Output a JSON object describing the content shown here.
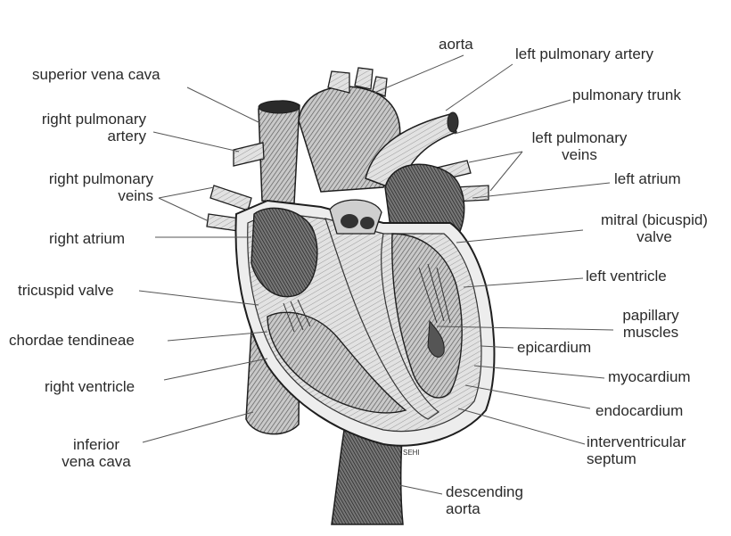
{
  "labels": {
    "aorta": "aorta",
    "left_pulmonary_artery": "left pulmonary artery",
    "superior_vena_cava": "superior vena cava",
    "pulmonary_trunk": "pulmonary trunk",
    "right_pulmonary_artery": [
      "right pulmonary",
      "artery"
    ],
    "left_pulmonary_veins": [
      "left pulmonary",
      "veins"
    ],
    "right_pulmonary_veins": [
      "right pulmonary",
      "veins"
    ],
    "left_atrium": "left atrium",
    "mitral_valve": [
      "mitral (bicuspid)",
      "valve"
    ],
    "right_atrium": "right  atrium",
    "left_ventricle": "left ventricle",
    "tricuspid_valve": "tricuspid valve",
    "papillary_muscles": [
      "papillary",
      "muscles"
    ],
    "chordae_tendineae": "chordae tendineae",
    "epicardium": "epicardium",
    "myocardium": "myocardium",
    "right_ventricle": "right ventricle",
    "endocardium": "endocardium",
    "inferior_vena_cava": [
      "inferior",
      "vena cava"
    ],
    "interventricular_septum": [
      "interventricular",
      "septum"
    ],
    "descending_aorta": [
      "descending",
      "aorta"
    ]
  },
  "signature": "SEHI",
  "colors": {
    "text": "#2a2a2a",
    "ink": "#1e1e1e",
    "leader": "#555555",
    "tissue_light": "#e4e4e4",
    "tissue_mid": "#9a9a9a",
    "tissue_dark": "#3a3a3a"
  }
}
